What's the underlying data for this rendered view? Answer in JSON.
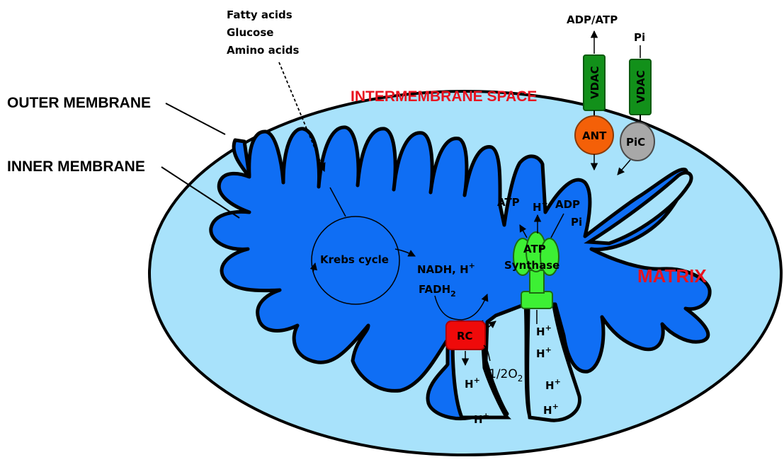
{
  "labels": {
    "outer_membrane": "OUTER MEMBRANE",
    "inner_membrane": "INNER MEMBRANE",
    "intermembrane_space": "INTERMEMBRANE SPACE",
    "matrix": "MATRIX"
  },
  "substrates": [
    "Fatty acids",
    "Glucose",
    "Amino acids"
  ],
  "krebs_cycle": "Krebs cycle",
  "nadh": "NADH, H",
  "fadh": "FADH",
  "rc": "RC",
  "oxygen": "1/2O",
  "atp_synthase": [
    "ATP",
    "Synthase"
  ],
  "synthase_inputs": {
    "atp": "ATP",
    "h": "H",
    "adp": "ADP",
    "pi": "Pi"
  },
  "transporters": {
    "vdac": "VDAC",
    "ant": "ANT",
    "pic": "PiC",
    "adp_atp": "ADP/ATP",
    "pi": "Pi"
  },
  "proton": "H",
  "superscript_plus": "+",
  "subscript_two": "2",
  "colors": {
    "outer_fill": "#a8e2fb",
    "matrix_fill": "#0f6ef4",
    "synthase_green": "#3df034",
    "vdac_green": "#12901a",
    "ant_orange": "#f46008",
    "pic_grey": "#a8a8a8",
    "rc_red": "#ef0a0a",
    "title_red": "#e8131f"
  }
}
